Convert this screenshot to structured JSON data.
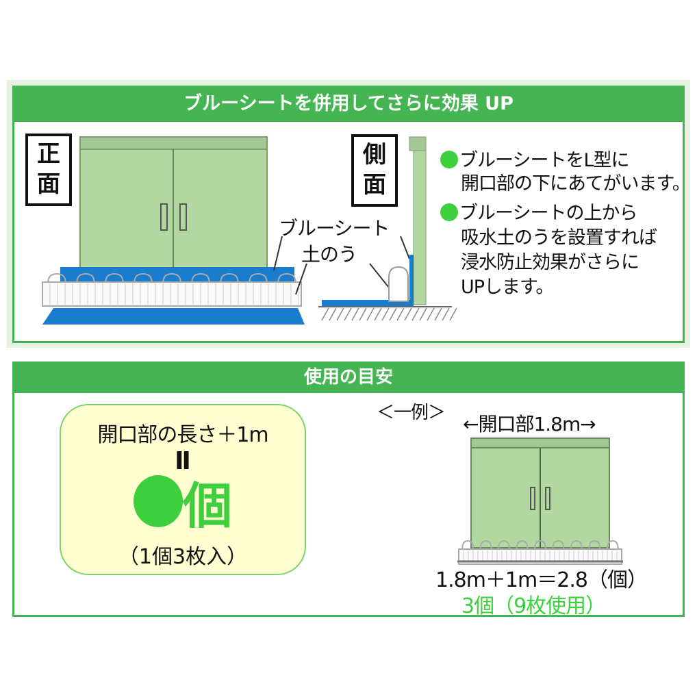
{
  "panel1": {
    "title": "ブルーシートを併用してさらに効果 UP",
    "front_label": [
      "正",
      "面"
    ],
    "side_label": [
      "側",
      "面"
    ],
    "callout_sheet": "ブルーシート",
    "callout_bag": "土のう",
    "bullets": [
      {
        "lines": [
          "ブルーシートをL型に",
          "開口部の下にあてがいます。"
        ]
      },
      {
        "lines": [
          "ブルーシートの上から",
          "吸水土のうを設置すれば",
          "浸水防止効果がさらに",
          "UPします。"
        ]
      }
    ]
  },
  "panel2": {
    "title": "使用の目安",
    "formula_line1": "開口部の長さ＋1m",
    "equals": "Ⅱ",
    "result": "個",
    "note": "（1個3枚入）",
    "example_label": "＜一例＞",
    "opening_label": "←開口部1.8m→",
    "calc": "1.8m＋1m＝2.8（個）",
    "answer": "3個（9枚使用）"
  },
  "colors": {
    "green_header": "#45b553",
    "accent_dot": "#3ecf3e",
    "sheet_blue": "#1a7ccc",
    "shed_green": "#b3d7a0"
  }
}
